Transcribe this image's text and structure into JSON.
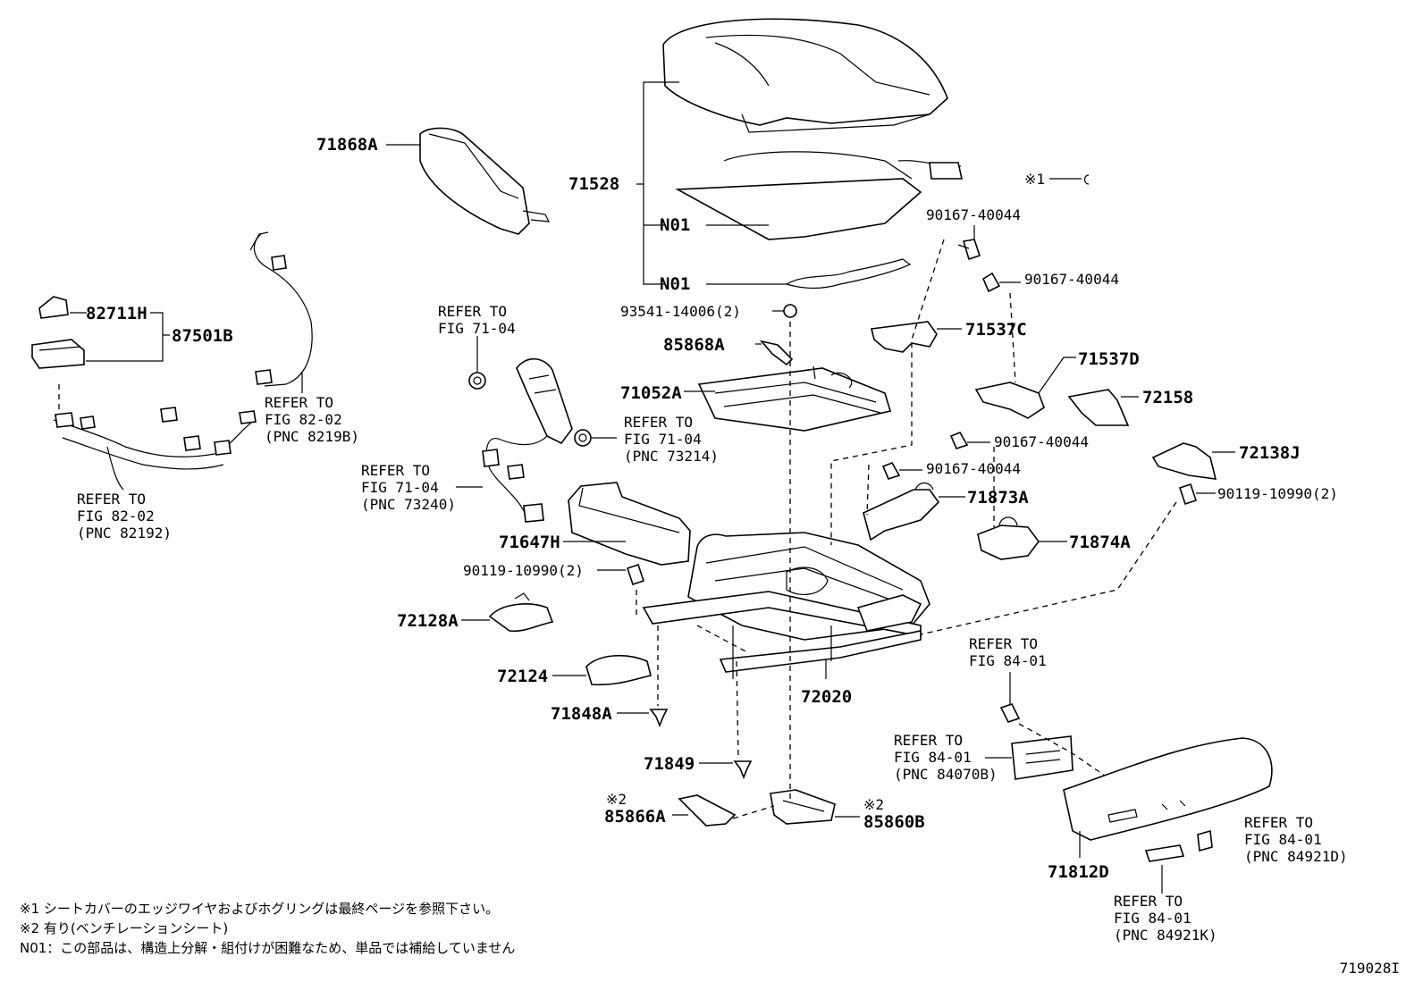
{
  "parts": {
    "p71868A": "71868A",
    "p71528": "71528",
    "pN01a": "N01",
    "pN01b": "N01",
    "pNote1": "※1",
    "p90167_1": "90167-40044",
    "p90167_2": "90167-40044",
    "p90167_3": "90167-40044",
    "p90167_4": "90167-40044",
    "p82711H": "82711H",
    "p87501B": "87501B",
    "p93541": "93541-14006(2)",
    "p85868A": "85868A",
    "p71052A": "71052A",
    "p71537C": "71537C",
    "p71537D": "71537D",
    "p72158": "72158",
    "p72138J": "72138J",
    "p90119_r": "90119-10990(2)",
    "p71873A": "71873A",
    "p71874A": "71874A",
    "p71647H": "71647H",
    "p90119_l": "90119-10990(2)",
    "p72128A": "72128A",
    "p72124": "72124",
    "p72020": "72020",
    "p71848A": "71848A",
    "p71849": "71849",
    "pMark2a": "※2",
    "p85866A": "85866A",
    "pMark2b": "※2",
    "p85860B": "85860B",
    "p71812D": "71812D"
  },
  "refs": {
    "r7104a": [
      "REFER TO",
      "FIG 71-04"
    ],
    "r8202b": [
      "REFER TO",
      "FIG 82-02",
      "(PNC 8219B)"
    ],
    "r7104b": [
      "REFER TO",
      "FIG 71-04",
      "(PNC 73214)"
    ],
    "r7104c": [
      "REFER TO",
      "FIG 71-04",
      "(PNC 73240)"
    ],
    "r82192": [
      "REFER TO",
      "FIG 82-02",
      "(PNC 82192)"
    ],
    "r8401a": [
      "REFER TO",
      "FIG 84-01"
    ],
    "r8401b": [
      "REFER TO",
      "FIG 84-01",
      "(PNC 84070B)"
    ],
    "r8401c": [
      "REFER TO",
      "FIG 84-01",
      "(PNC 84921D)"
    ],
    "r8401d": [
      "REFER TO",
      "FIG 84-01",
      "(PNC 84921K)"
    ]
  },
  "notes": {
    "note1": "※1 シートカバーのエッジワイヤおよびホグリングは最終ページを参照下さい。",
    "note2": "※2 有り(ベンチレーションシート)",
    "note3": "N01：この部品は、構造上分解・組付けが困難なため、単品では補給していません"
  },
  "figure_number": "719028I"
}
